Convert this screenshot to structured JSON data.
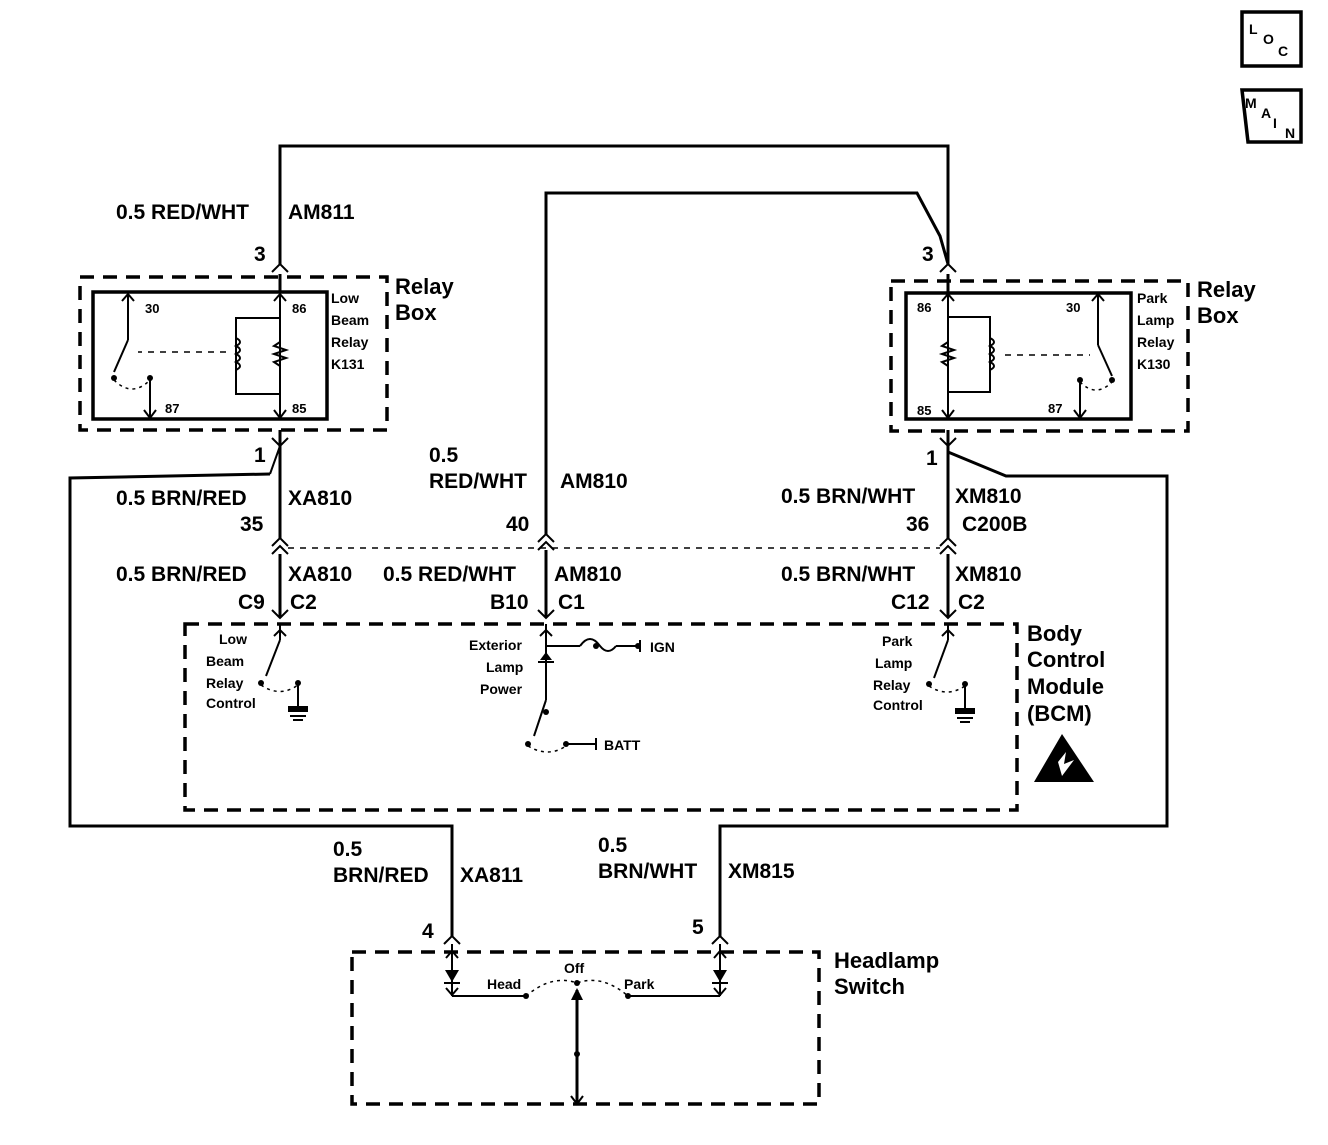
{
  "nav": {
    "loc": [
      "L",
      "O",
      "C"
    ],
    "main": [
      "M",
      "A",
      "I",
      "N"
    ]
  },
  "wires": {
    "am811": {
      "gauge_color": "0.5 RED/WHT",
      "circuit": "AM811"
    },
    "am810_upper": {
      "gauge": "0.5",
      "color": "RED/WHT",
      "circuit": "AM810"
    },
    "xa810_upper": {
      "gauge_color": "0.5 BRN/RED",
      "circuit": "XA810"
    },
    "xm810_upper": {
      "gauge_color": "0.5 BRN/WHT",
      "circuit": "XM810"
    },
    "xa810_lower": {
      "gauge_color": "0.5 BRN/RED",
      "circuit": "XA810"
    },
    "am810_lower": {
      "gauge_color": "0.5 RED/WHT",
      "circuit": "AM810"
    },
    "xm810_lower": {
      "gauge_color": "0.5 BRN/WHT",
      "circuit": "XM810"
    },
    "xa811": {
      "gauge": "0.5",
      "color": "BRN/RED",
      "circuit": "XA811"
    },
    "xm815": {
      "gauge": "0.5",
      "color": "BRN/WHT",
      "circuit": "XM815"
    }
  },
  "pins": {
    "relay_left_top": "3",
    "relay_right_top": "3",
    "relay_left_bottom": "1",
    "relay_right_bottom": "1",
    "c200b_left": "35",
    "c200b_mid": "40",
    "c200b_right": "36",
    "c200b_name": "C200B",
    "bcm_left_pin": "C9",
    "bcm_left_conn": "C2",
    "bcm_mid_pin": "B10",
    "bcm_mid_conn": "C1",
    "bcm_right_pin": "C12",
    "bcm_right_conn": "C2",
    "switch_left": "4",
    "switch_right": "5"
  },
  "relay_low_beam": {
    "name_lines": [
      "Low",
      "Beam",
      "Relay",
      "K131"
    ],
    "terminals": {
      "t30": "30",
      "t86": "86",
      "t87": "87",
      "t85": "85"
    },
    "box_lines": [
      "Relay",
      "Box"
    ]
  },
  "relay_park": {
    "name_lines": [
      "Park",
      "Lamp",
      "Relay",
      "K130"
    ],
    "terminals": {
      "t86": "86",
      "t30": "30",
      "t85": "85",
      "t87": "87"
    },
    "box_lines": [
      "Relay",
      "Box"
    ]
  },
  "bcm": {
    "name_lines": [
      "Body",
      "Control",
      "Module",
      "(BCM)"
    ],
    "low_beam_ctrl": [
      "Low",
      "Beam",
      "Relay",
      "Control"
    ],
    "ext_lamp": [
      "Exterior",
      "Lamp",
      "Power"
    ],
    "park_ctrl": [
      "Park",
      "Lamp",
      "Relay",
      "Control"
    ],
    "ign": "IGN",
    "batt": "BATT"
  },
  "headlamp_switch": {
    "name_lines": [
      "Headlamp",
      "Switch"
    ],
    "head": "Head",
    "off": "Off",
    "park": "Park"
  }
}
